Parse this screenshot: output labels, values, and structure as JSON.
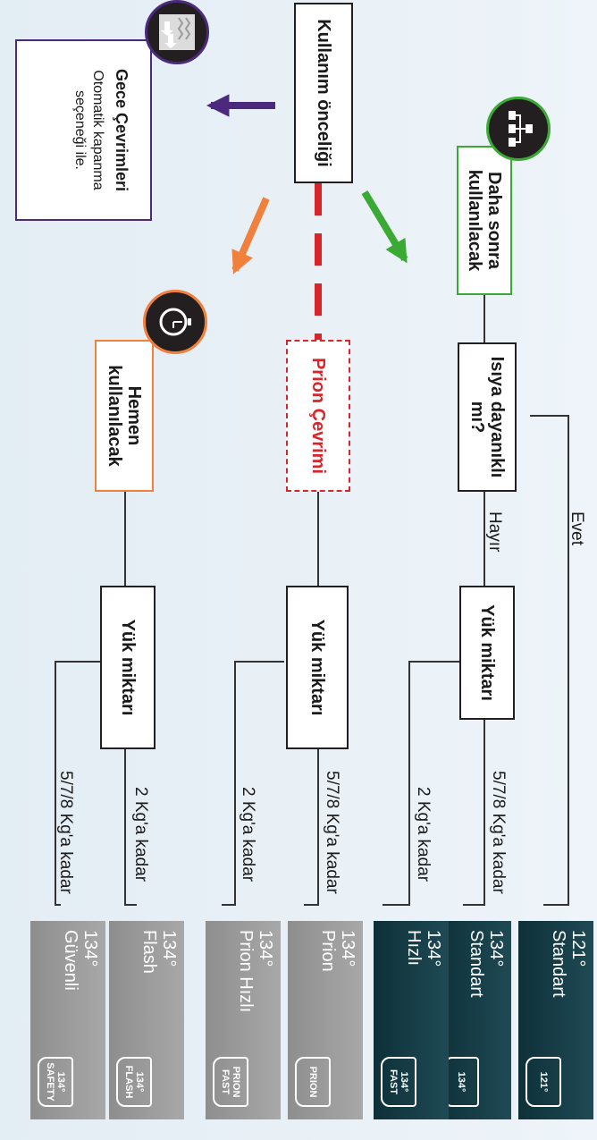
{
  "nodes": {
    "priority": "Kullanım önceliği",
    "later": "Daha sonra kullanılacak",
    "immediate": "Hemen kullanılacak",
    "prion": "Prion Çevrimi",
    "heat": "Isıya dayanıklı mı?",
    "load_top": "Yük miktarı",
    "load_mid": "Yük miktarı",
    "load_bot": "Yük miktarı"
  },
  "night": {
    "title": "Gece Çevrimleri",
    "desc": "Otomatik kapanma seçeneği ile."
  },
  "branch_labels": {
    "yes": "Evet",
    "no": "Hayır",
    "large": "5/7/8 Kg'a kadar",
    "small": "2 Kg'a kadar"
  },
  "programs": [
    {
      "temp": "121°",
      "name": "Standart",
      "icon_top": "121°",
      "icon_bottom": "",
      "style": "dark"
    },
    {
      "temp": "134°",
      "name": "Standart",
      "icon_top": "134°",
      "icon_bottom": "",
      "style": "dark"
    },
    {
      "temp": "134°",
      "name": "Hızlı",
      "icon_top": "134°",
      "icon_bottom": "FAST",
      "style": "dark"
    },
    {
      "temp": "134°",
      "name": "Prion",
      "icon_top": "PRION",
      "icon_bottom": "",
      "style": "gray"
    },
    {
      "temp": "134°",
      "name": "Prion Hızlı",
      "icon_top": "PRION",
      "icon_bottom": "FAST",
      "style": "gray"
    },
    {
      "temp": "134°",
      "name": "Flash",
      "icon_top": "134°",
      "icon_bottom": "FLASH",
      "style": "gray"
    },
    {
      "temp": "134°",
      "name": "Güvenli",
      "icon_top": "134°",
      "icon_bottom": "SAFETY",
      "style": "gray"
    }
  ],
  "icons": {
    "later": "network-icon",
    "immediate": "stopwatch-icon",
    "night": "conveyor-icon"
  },
  "colors": {
    "green": "#3aaa35",
    "orange": "#f0803c",
    "red": "#d7262b",
    "purple": "#4b2a7e",
    "dark_teal": "#123840",
    "gray": "#9a9a9a"
  }
}
